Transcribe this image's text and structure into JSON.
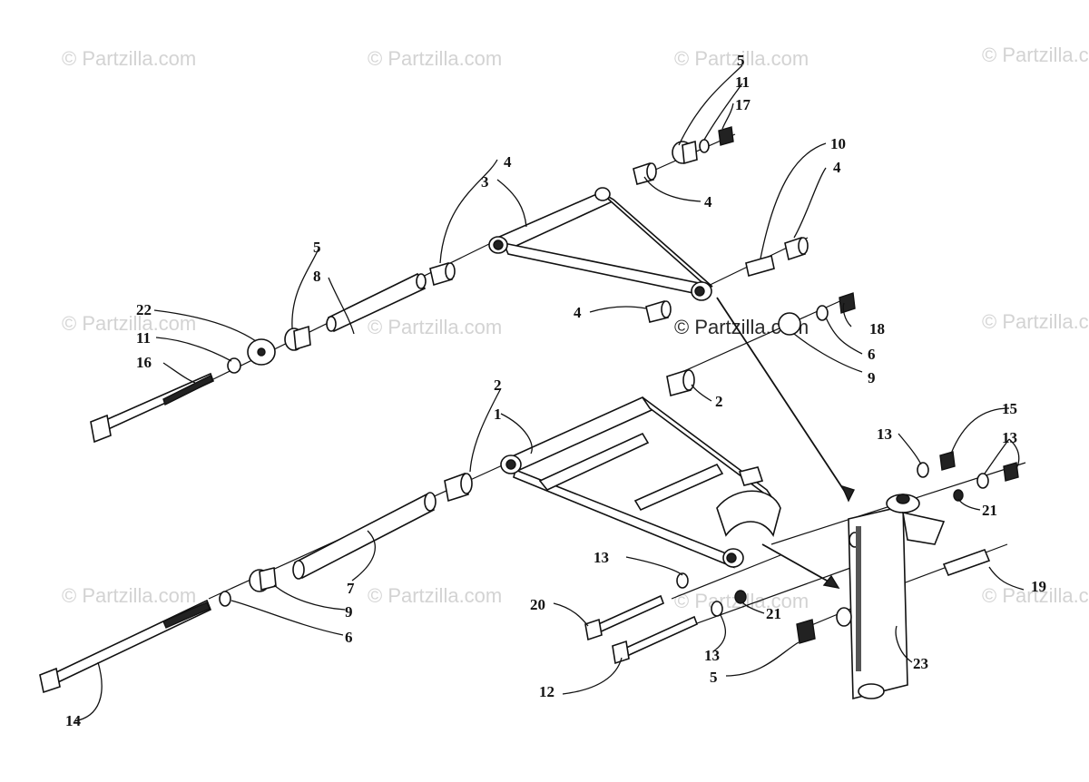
{
  "watermark": "© Partzilla.com",
  "callouts": [
    {
      "id": "c1",
      "text": "5"
    },
    {
      "id": "c2",
      "text": "11"
    },
    {
      "id": "c3",
      "text": "17"
    },
    {
      "id": "c4",
      "text": "10"
    },
    {
      "id": "c5",
      "text": "4"
    },
    {
      "id": "c6",
      "text": "3"
    },
    {
      "id": "c7",
      "text": "4"
    },
    {
      "id": "c8",
      "text": "4"
    },
    {
      "id": "c9",
      "text": "5"
    },
    {
      "id": "c10",
      "text": "8"
    },
    {
      "id": "c11",
      "text": "22"
    },
    {
      "id": "c12",
      "text": "11"
    },
    {
      "id": "c13",
      "text": "16"
    },
    {
      "id": "c14",
      "text": "4"
    },
    {
      "id": "c15",
      "text": "18"
    },
    {
      "id": "c16",
      "text": "6"
    },
    {
      "id": "c17",
      "text": "9"
    },
    {
      "id": "c18",
      "text": "2"
    },
    {
      "id": "c19",
      "text": "1"
    },
    {
      "id": "c20",
      "text": "2"
    },
    {
      "id": "c21",
      "text": "13"
    },
    {
      "id": "c22",
      "text": "15"
    },
    {
      "id": "c23",
      "text": "13"
    },
    {
      "id": "c24",
      "text": "21"
    },
    {
      "id": "c25",
      "text": "13"
    },
    {
      "id": "c26",
      "text": "20"
    },
    {
      "id": "c27",
      "text": "21"
    },
    {
      "id": "c28",
      "text": "19"
    },
    {
      "id": "c29",
      "text": "7"
    },
    {
      "id": "c30",
      "text": "9"
    },
    {
      "id": "c31",
      "text": "6"
    },
    {
      "id": "c32",
      "text": "13"
    },
    {
      "id": "c33",
      "text": "23"
    },
    {
      "id": "c34",
      "text": "12"
    },
    {
      "id": "c35",
      "text": "5"
    },
    {
      "id": "c36",
      "text": "14"
    },
    {
      "id": "c37",
      "text": "4"
    }
  ]
}
